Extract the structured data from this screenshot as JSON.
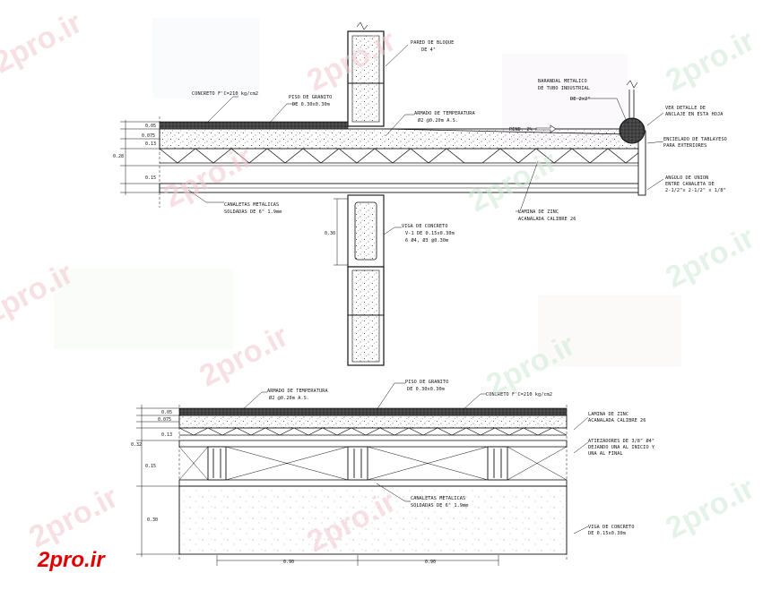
{
  "watermark": "2pro.ir",
  "brand": "2pro.ir",
  "top": {
    "labels": {
      "pared": [
        "PARED DE BLOQUE",
        "DE 4\""
      ],
      "concreto": "CONCRETO F'C=210 kg/cm2",
      "piso": [
        "PISO DE GRANITO",
        "DE 0.30x0.30m"
      ],
      "armado": [
        "ARMADO DE TEMPERATURA",
        "Ø2 @0.20m A.S."
      ],
      "pend": "PEND. 2%",
      "barandal": [
        "BARANDAL METALICO",
        "DE TUBO INDUSTRIAL",
        "DE 2x2\""
      ],
      "ver": [
        "VER DETALLE DE",
        "ANCLAJE EN ESTA HOJA"
      ],
      "encielado": [
        "ENCIELADO DE TABLAYESO",
        "PARA EXTERIORES"
      ],
      "angulo": [
        "ANGULO DE UNION",
        "ENTRE CANALETA DE",
        "2-1/2\"x 2-1/2\" x 1/8\""
      ],
      "canaletas": [
        "CANALETAS METALICAS",
        "SOLDADAS DE 6\" 1.9mm"
      ],
      "lamina": [
        "LAMINA DE ZINC",
        "ACANALADA CALIBRE 26"
      ],
      "viga": [
        "VIGA DE CONCRETO",
        "V-1 DE 0.15x0.30m",
        "6 Ø4, Ø3 @0.30m"
      ]
    },
    "dims": [
      "0.05",
      "0.075",
      "0.13",
      "0.28",
      "0.15",
      "0.30"
    ]
  },
  "bottom": {
    "labels": {
      "armado": [
        "ARMADO DE TEMPERATURA",
        "Ø2 @0.20m A.S."
      ],
      "piso": [
        "PISO DE GRANITO",
        "DE 0.30x0.30m"
      ],
      "concreto": "CONCRETO F'C=210 kg/cm2",
      "lamina": [
        "LAMINA DE ZINC",
        "ACANALADA CALIBRE 26"
      ],
      "atiezadores": [
        "ATIEZADORES DE 3/8\" Ø4\"",
        "DEJANDO UNA AL INICIO Y",
        "UNA AL FINAL"
      ],
      "canaletas": [
        "CANALETAS METALICAS",
        "SOLDADAS DE 6\" 1.9mm"
      ],
      "viga": [
        "VIGA DE CONCRETO",
        "DE 0.15x0.30m"
      ]
    },
    "dims": [
      "0.05",
      "0.075",
      "0.13",
      "0.32",
      "0.15",
      "0.30",
      "0.90",
      "0.90"
    ]
  }
}
